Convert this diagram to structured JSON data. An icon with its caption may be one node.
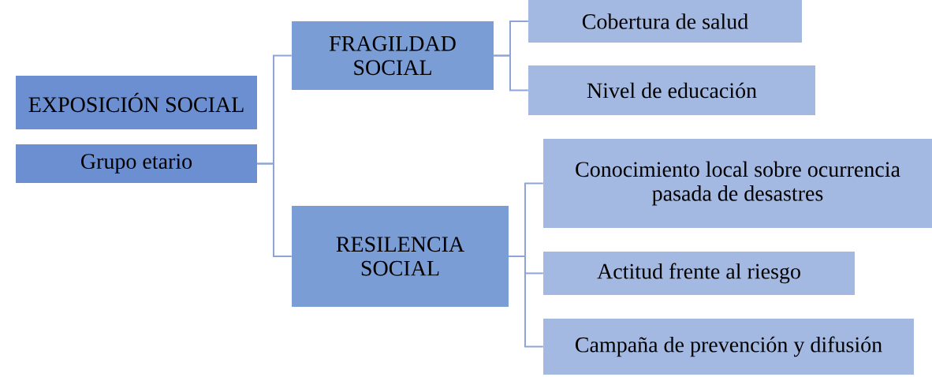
{
  "diagram": {
    "nodes": [
      {
        "text": [
          "EXPOSICIÓN SOCIAL"
        ]
      },
      {
        "text": [
          "Grupo etario"
        ]
      },
      {
        "text": [
          "FRAGILDAD SOCIAL"
        ]
      },
      {
        "text": [
          "RESILENCIA SOCIAL"
        ]
      },
      {
        "text": [
          "Cobertura de salud"
        ]
      },
      {
        "text": [
          "Nivel de educación"
        ]
      },
      {
        "text": [
          "Conocimiento local sobre ocurrencia pasada de desastres"
        ]
      },
      {
        "text": [
          "Actitud frente al riesgo"
        ]
      },
      {
        "text": [
          "Campaña de prevención y difusión"
        ]
      }
    ],
    "edges": [
      {
        "from": 1,
        "to": 2,
        "arrow": "none"
      },
      {
        "from": 1,
        "to": 3,
        "arrow": "none"
      },
      {
        "from": 2,
        "to": 4,
        "arrow": "none"
      },
      {
        "from": 2,
        "to": 5,
        "arrow": "none"
      },
      {
        "from": 3,
        "to": 6,
        "arrow": "none"
      },
      {
        "from": 3,
        "to": 7,
        "arrow": "none"
      },
      {
        "from": 3,
        "to": 8,
        "arrow": "none"
      }
    ]
  }
}
